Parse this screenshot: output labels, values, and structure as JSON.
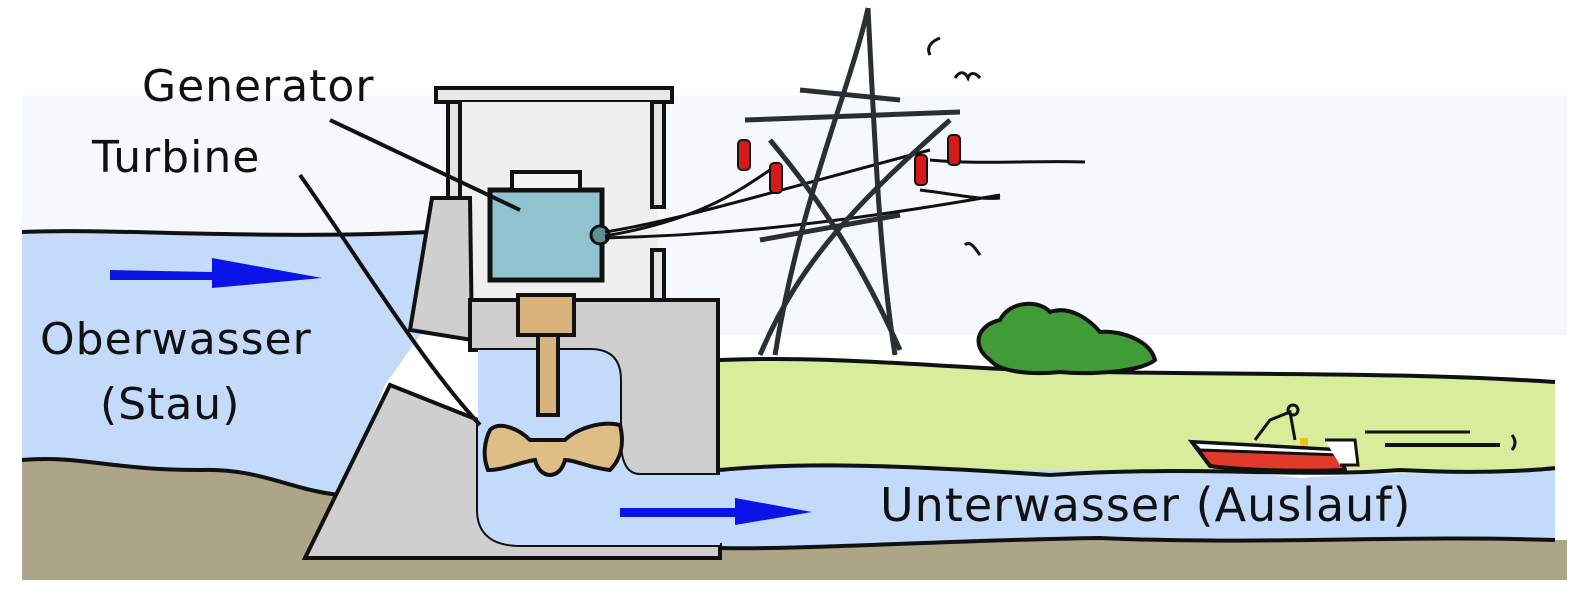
{
  "title": "Wasserkraftwerk",
  "labels": {
    "generator": "Generator",
    "turbine": "Turbine",
    "upper_water": "Oberwasser",
    "upper_water_sub": "(Stau)",
    "lower_water": "Unterwasser (Auslauf)"
  },
  "colors": {
    "water": "#c4dafa",
    "ground": "#ada587",
    "grass": "#d8ec9c",
    "concrete": "#cfcfcf",
    "generator": "#8fc3d0",
    "shaft": "#d9b27c",
    "flow_arrow": "#0a14e6",
    "insulator": "#d51a1a",
    "bush": "#3f9c36",
    "boat_hull": "#e23a2a"
  },
  "icons": {
    "flow_arrow_upper": "arrow-right",
    "flow_arrow_lower": "arrow-right"
  }
}
